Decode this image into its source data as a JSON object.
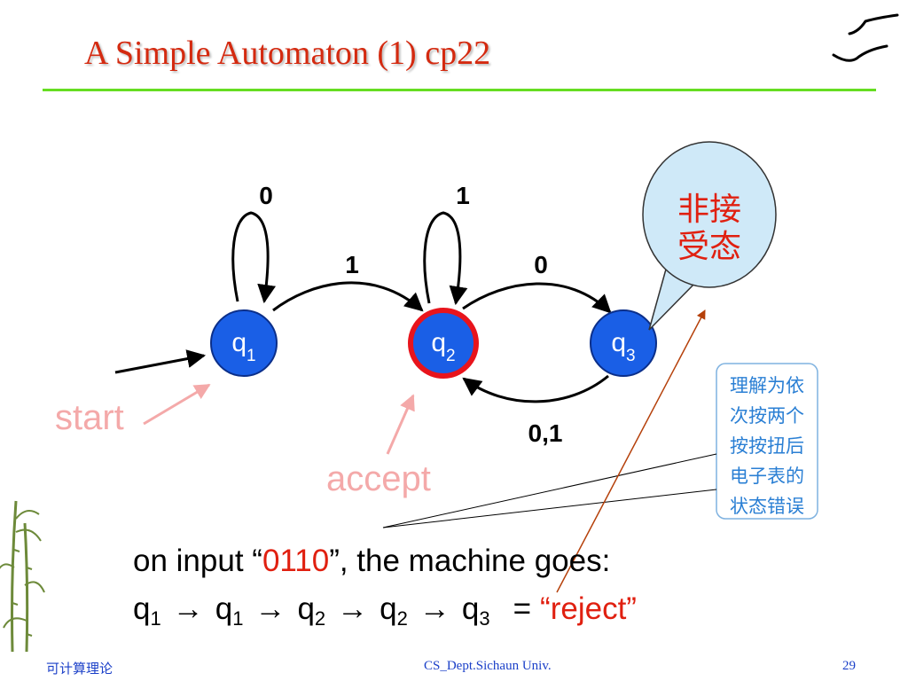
{
  "slide": {
    "title": "A Simple Automaton (1)  cp22"
  },
  "diagram": {
    "states": [
      {
        "label": "q",
        "sub": "1"
      },
      {
        "label": "q",
        "sub": "2"
      },
      {
        "label": "q",
        "sub": "3"
      }
    ],
    "edge_labels": {
      "q1_loop": "0",
      "q2_loop": "1",
      "q1_to_q2": "1",
      "q2_to_q3": "0",
      "q3_to_q2": "0,1"
    },
    "annotations": {
      "start": "start",
      "accept": "accept"
    },
    "bubble": {
      "line1": "非接",
      "line2": "受态"
    },
    "note": {
      "lines": [
        "理解为依",
        "次按两个",
        "按按扭后",
        "电子表的",
        "状态错误"
      ]
    }
  },
  "caption": {
    "line1_prefix": "on input “",
    "line1_input": "0110",
    "line1_suffix": "”, the machine goes:",
    "path": [
      {
        "label": "q",
        "sub": "1"
      },
      {
        "label": "q",
        "sub": "1"
      },
      {
        "label": "q",
        "sub": "2"
      },
      {
        "label": "q",
        "sub": "2"
      },
      {
        "label": "q",
        "sub": "3"
      }
    ],
    "arrow": "→",
    "equals": "=",
    "result": "“reject”"
  },
  "footer": {
    "left": "可计算理论",
    "center": "CS_Dept.Sichaun Univ.",
    "page": "29"
  },
  "colors": {
    "title": "#d42a10",
    "state_fill": "#1a5fe6",
    "accept_ring": "#e8141c",
    "annotation": "#f4a9a9",
    "bubble_fill": "#cfe9f8",
    "highlight": "#e02010",
    "footer": "#1a3fc8",
    "rule": "#66dd22"
  }
}
